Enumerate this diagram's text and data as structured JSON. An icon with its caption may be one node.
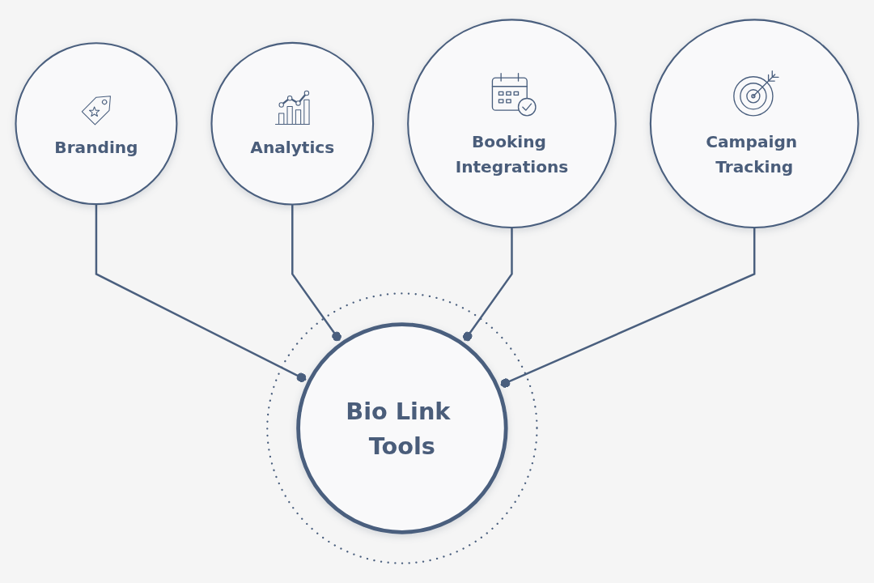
{
  "diagram": {
    "nodes": [
      {
        "text": [
          "Branding"
        ]
      },
      {
        "text": [
          "Analytics"
        ]
      },
      {
        "text": [
          "Bio Link Tools"
        ]
      },
      {
        "text": [
          "Booking Integrations"
        ]
      },
      {
        "text": [
          "Campaign Tracking"
        ]
      }
    ],
    "edges": [
      {
        "from": 0,
        "to": 2,
        "arrow": "other"
      },
      {
        "from": 1,
        "to": 2,
        "arrow": "other"
      },
      {
        "from": 3,
        "to": 2,
        "arrow": "other"
      },
      {
        "from": 4,
        "to": 2,
        "arrow": "other"
      }
    ]
  }
}
